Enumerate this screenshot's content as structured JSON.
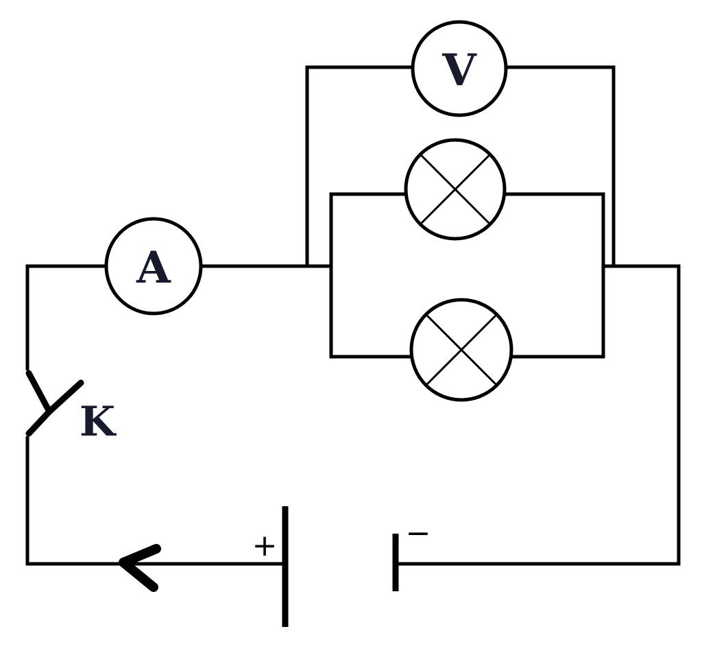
{
  "labels": {
    "ammeter": "A",
    "voltmeter": "V",
    "switch": "K",
    "battery_positive": "+",
    "battery_negative": "−"
  },
  "colors": {
    "wire": "#000000",
    "label": "#1a1a2e",
    "background": "#ffffff"
  }
}
